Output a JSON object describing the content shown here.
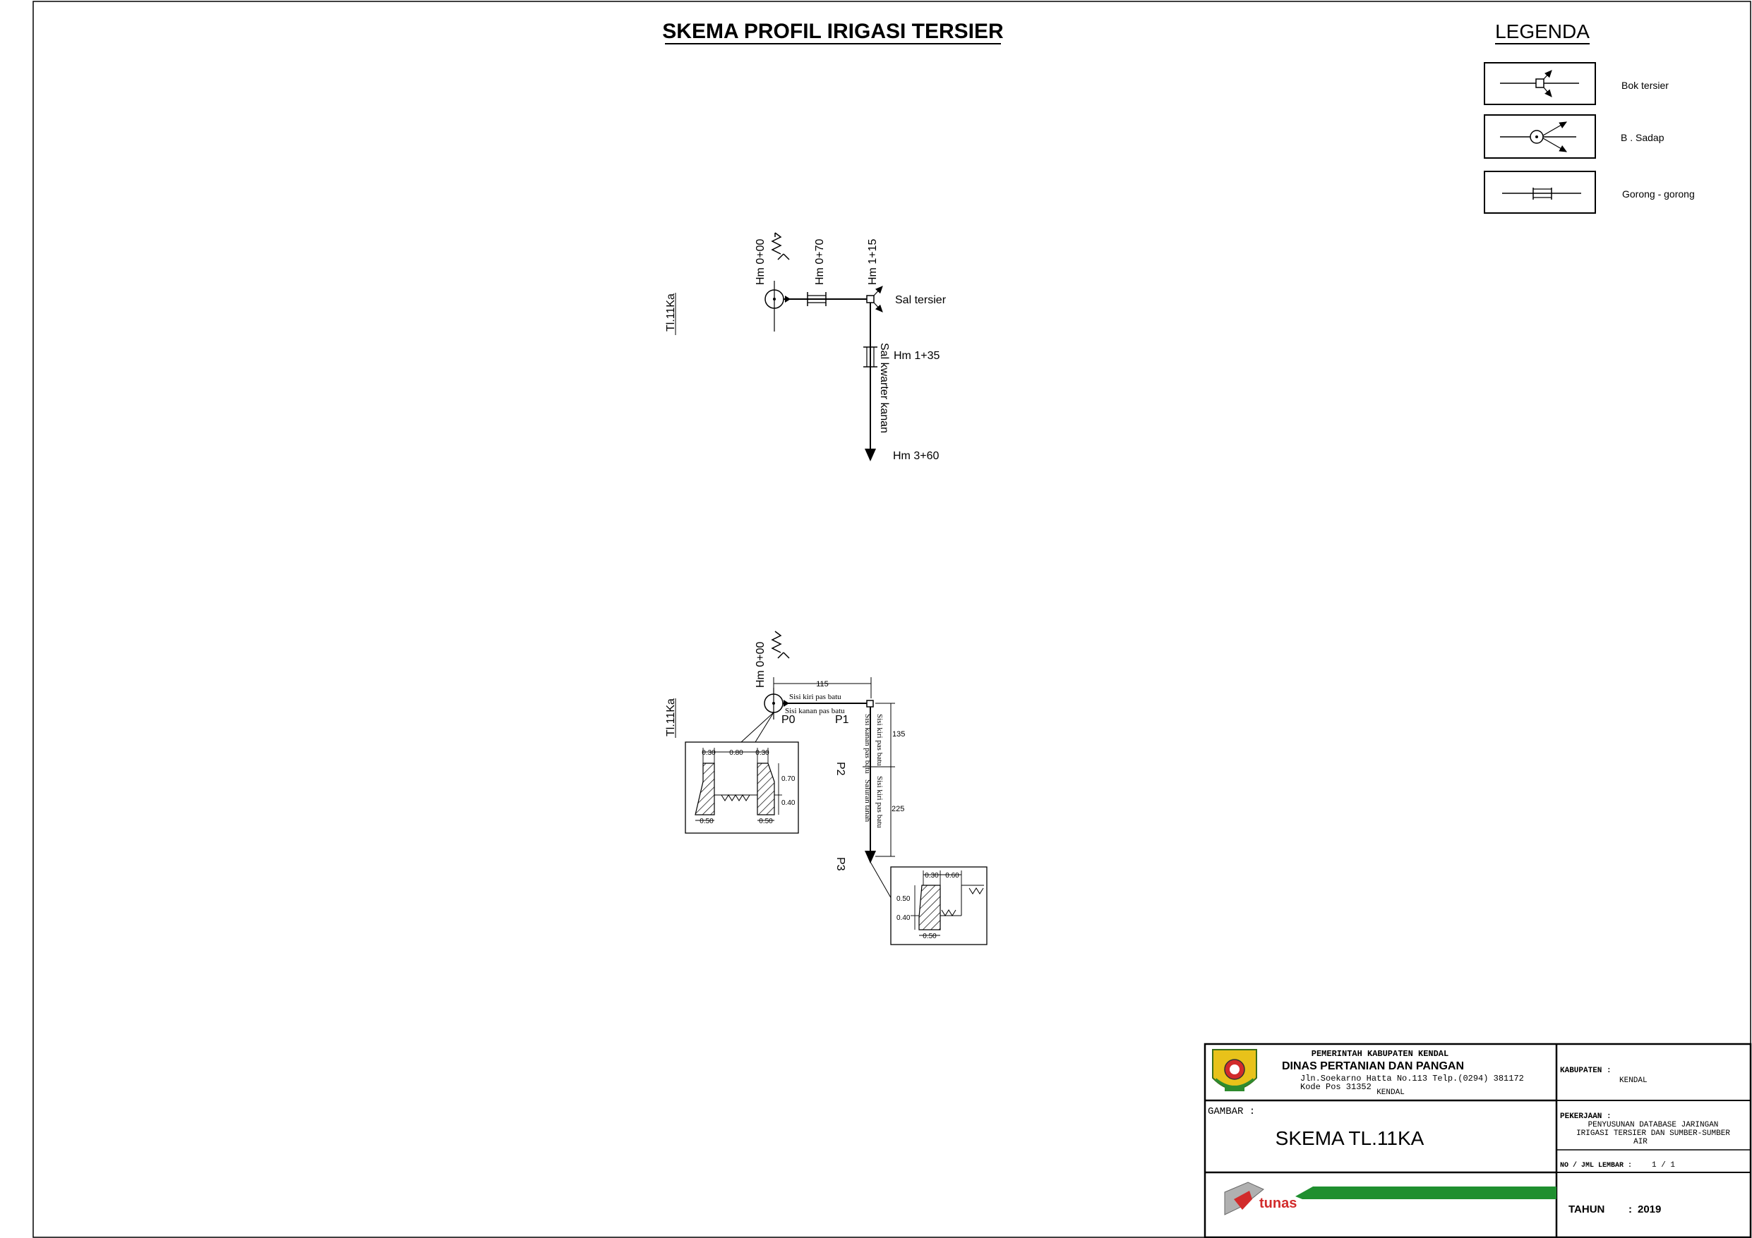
{
  "title": "SKEMA PROFIL IRIGASI TERSIER",
  "legend": {
    "title": "LEGENDA",
    "items": [
      {
        "label": "Bok tersier",
        "icon": "bok-tersier-icon"
      },
      {
        "label": "B . Sadap",
        "icon": "bangunan-sadap-icon"
      },
      {
        "label": "Gorong - gorong",
        "icon": "gorong-gorong-icon"
      }
    ]
  },
  "schema1": {
    "side_label": "Tl.11Ka",
    "hm_000": "Hm 0+00",
    "hm_070": "Hm 0+70",
    "hm_115": "Hm 1+15",
    "sal_tersier": "Sal tersier",
    "hm_135": "Hm 1+35",
    "sal_kwarter": "Sal kwarter kanan",
    "hm_360": "Hm 3+60"
  },
  "schema2": {
    "side_label": "Tl.11Ka",
    "hm_000": "Hm 0+00",
    "dim_top": "115",
    "sisi_kiri_top": "Sisi kiri pas batu",
    "sisi_kanan_top": "Sisi kanan pas batu",
    "p0": "P0",
    "p1": "P1",
    "p2": "P2",
    "p3": "P3",
    "vert_sisi_kiri": "Sisi kiri pas batu",
    "vert_sisi_kanan": "Sisi kanan pas batu",
    "vert_sisi_kiri2": "Sisi kiri pas batu",
    "vert_saluran_tanah": "Saluran tanah",
    "dim_135": "135",
    "dim_225": "225",
    "section1": {
      "d1": "0.30",
      "d2": "0.80",
      "d3": "0.30",
      "d4": "0.70",
      "d5": "0.40",
      "d6": "0.50",
      "d7": "0.50"
    },
    "section2": {
      "d1": "0.30",
      "d2": "0.60",
      "d3": "0.50",
      "d4": "0.40",
      "d5": "0.50"
    }
  },
  "title_block": {
    "gov": "PEMERINTAH KABUPATEN KENDAL",
    "dept": "DINAS PERTANIAN DAN PANGAN",
    "address1": "Jln.Soekarno Hatta No.113 Telp.(0294) 381172",
    "address2": "Kode Pos 31352",
    "city": "KENDAL",
    "kabupaten_label": "KABUPATEN :",
    "kabupaten_value": "KENDAL",
    "gambar_label": "GAMBAR :",
    "gambar_value": "SKEMA TL.11KA",
    "pekerjaan_label": "PEKERJAAN :",
    "pekerjaan_line1": "PENYUSUNAN DATABASE JARINGAN",
    "pekerjaan_line2": "IRIGASI TERSIER DAN SUMBER-SUMBER",
    "pekerjaan_line3": "AIR",
    "lembar_label": "NO / JML LEMBAR :",
    "lembar_value": "1 / 1",
    "tahun_label": "TAHUN",
    "tahun_colon": ":",
    "tahun_value": "2019",
    "logo_text": "tunas",
    "colors": {
      "logo_green": "#2e8b2e",
      "logo_red": "#d22b2b",
      "logo_yellow": "#e8c21a",
      "band_green": "#1f8f2f"
    }
  }
}
